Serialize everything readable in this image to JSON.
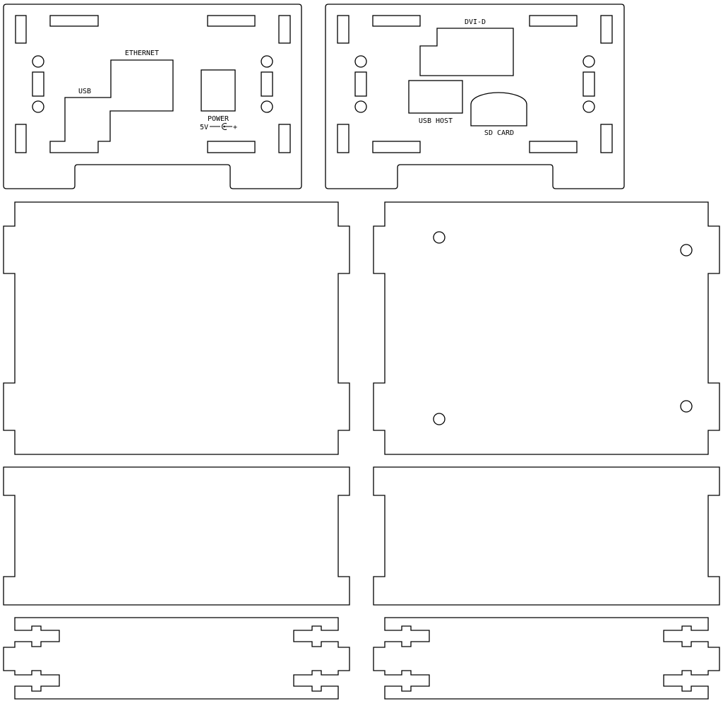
{
  "front_panel": {
    "labels": {
      "ethernet": "ETHERNET",
      "usb": "USB",
      "power": "POWER",
      "power_voltage": "5V",
      "power_polarity": "+"
    }
  },
  "back_panel": {
    "labels": {
      "dvi": "DVI-D",
      "usb_host": "USB HOST",
      "sd_card": "SD CARD"
    }
  },
  "colors": {
    "line": "#000000",
    "background": "#ffffff"
  }
}
